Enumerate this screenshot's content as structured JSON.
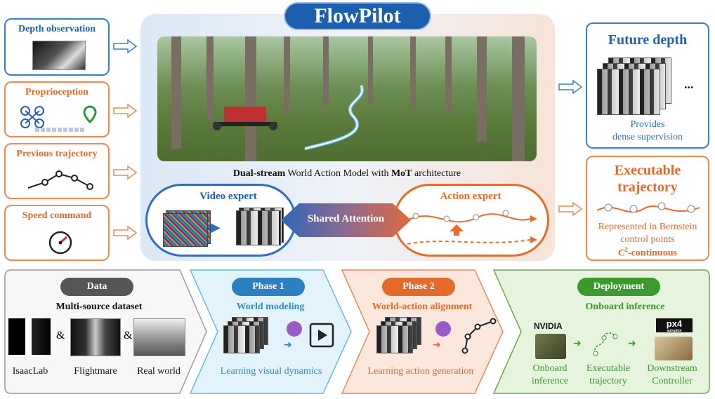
{
  "title": "FlowPilot",
  "inputs": [
    {
      "label": "Depth observation"
    },
    {
      "label": "Proprioception"
    },
    {
      "label": "Previous trajectory"
    },
    {
      "label": "Speed command"
    }
  ],
  "model": {
    "caption_b1": "Dual-stream",
    "caption_mid": " World Action Model with ",
    "caption_b2": "MoT",
    "caption_end": " architecture",
    "video_expert": "Video expert",
    "shared_attention": "Shared Attention",
    "action_expert": "Action expert"
  },
  "outputs": {
    "future_depth": {
      "title": "Future depth",
      "ellipsis": "...",
      "line1": "Provides",
      "line2": "dense supervision"
    },
    "exec_traj": {
      "title1": "Executable",
      "title2": "trajectory",
      "line1": "Represented in Bernstein",
      "line2": "control points",
      "line3_c": "C",
      "line3_sup": "2",
      "line3_rest": "-continuous"
    }
  },
  "bottom": {
    "data": {
      "label": "Data",
      "subtitle": "Multi-source dataset",
      "amp": "&",
      "sources": [
        "IsaacLab",
        "Flightmare",
        "Real world"
      ]
    },
    "phase1": {
      "label": "Phase 1",
      "subtitle": "World modeling",
      "caption": "Learning visual dynamics"
    },
    "phase2": {
      "label": "Phase 2",
      "subtitle": "World-action alignment",
      "caption": "Learning action generation"
    },
    "deploy": {
      "label": "Deployment",
      "subtitle": "Onboard inference",
      "nvidia": "NVIDIA",
      "px4": "px4",
      "autopilot": "autopilot",
      "steps": [
        {
          "l1": "Onboard",
          "l2": "inference"
        },
        {
          "l1": "Executable",
          "l2": "trajectory"
        },
        {
          "l1": "Downstream",
          "l2": "Controller"
        }
      ]
    }
  },
  "colors": {
    "blue": "#1f5fb4",
    "orange": "#e6692a",
    "green": "#3a9a2e",
    "gray": "#555555"
  }
}
